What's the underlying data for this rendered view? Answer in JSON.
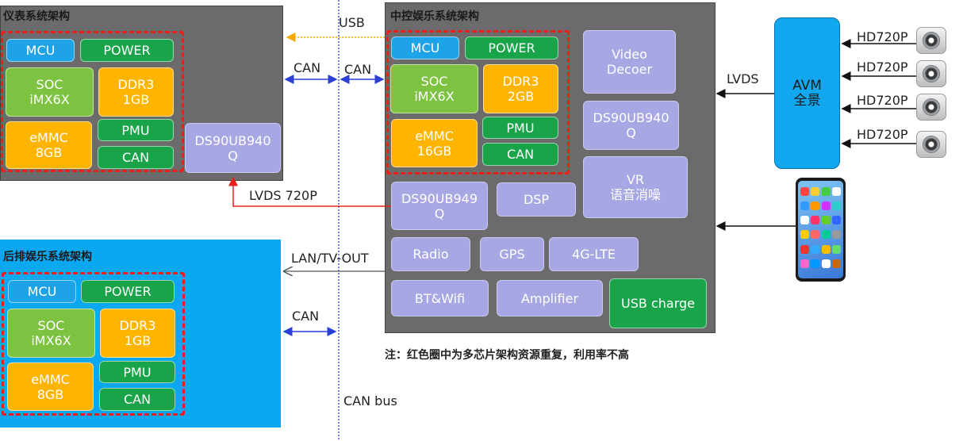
{
  "panels": {
    "cluster": {
      "title": "仪表系统架构"
    },
    "head_unit": {
      "title": "中控娱乐系统架构"
    },
    "rear": {
      "title": "后排娱乐系统架构"
    }
  },
  "cluster": {
    "mcu": "MCU",
    "power": "POWER",
    "soc": "SOC\niMX6X",
    "ddr": "DDR3\n1GB",
    "emmc": "eMMC\n8GB",
    "pmu": "PMU",
    "can": "CAN",
    "serdes": "DS90UB940\nQ"
  },
  "head_unit": {
    "mcu": "MCU",
    "power": "POWER",
    "soc": "SOC\niMX6X",
    "ddr": "DDR3\n2GB",
    "emmc": "eMMC\n16GB",
    "pmu": "PMU",
    "can": "CAN",
    "video": "Video\nDecoer",
    "serdes940": "DS90UB940\nQ",
    "vr": "VR\n语音消噪",
    "serdes949": "DS90UB949\nQ",
    "dsp": "DSP",
    "radio": "Radio",
    "gps": "GPS",
    "lte": "4G-LTE",
    "bt": "BT&Wifi",
    "amp": "Amplifier",
    "usb_charge": "USB charge"
  },
  "rear": {
    "mcu": "MCU",
    "power": "POWER",
    "soc": "SOC\niMX6X",
    "ddr": "DDR3\n1GB",
    "emmc": "eMMC\n8GB",
    "pmu": "PMU",
    "can": "CAN"
  },
  "avm": {
    "label": "AVM\n全景",
    "camera_label": "HD720P",
    "cameras": [
      "HD720P",
      "HD720P",
      "HD720P",
      "HD720P"
    ]
  },
  "links": {
    "usb": "USB",
    "can_left": "CAN",
    "can_right": "CAN",
    "lvds720": "LVDS 720P",
    "lan": "LAN/TV-OUT",
    "can_rear": "CAN",
    "lvds": "LVDS",
    "can_bus": "CAN bus"
  },
  "note": "注：红色圈中为多芯片架构资源重复，利用率不高",
  "colors": {
    "panel_gray": "#6b6b6b",
    "panel_blue": "#0aa8f0",
    "mcu": "#1fa3e8",
    "power": "#1aa44a",
    "soc": "#7dc241",
    "ddr": "#ffb400",
    "lavender": "#a7a7e3",
    "dashed_red": "#e8201c",
    "avm": "#12a8ef"
  }
}
